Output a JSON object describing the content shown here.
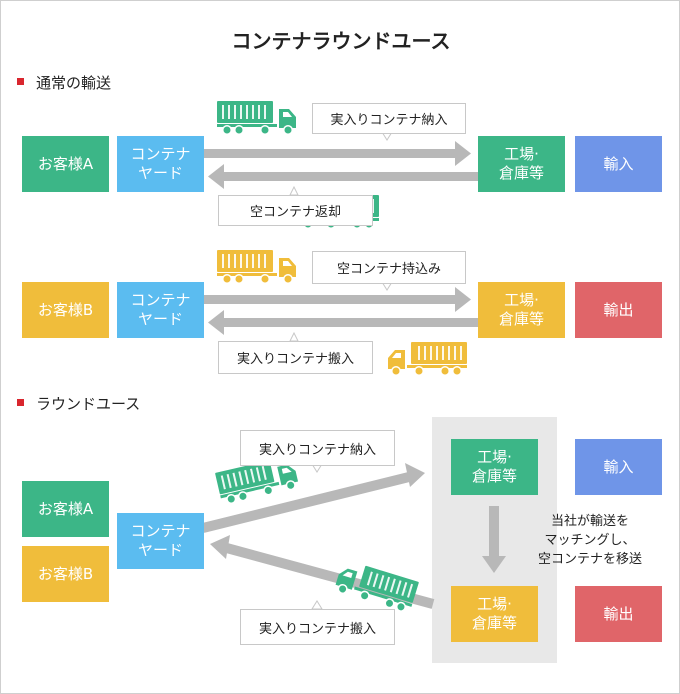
{
  "title": "コンテナラウンドユース",
  "colors": {
    "green": "#3cb687",
    "blue": "#5bbcf0",
    "yellow": "#f0bd3b",
    "import_blue": "#6f95e8",
    "export_red": "#e06569",
    "arrow_gray": "#b8b8b8",
    "panel_gray": "#e8e8e8",
    "section_marker": "#d9262e"
  },
  "sections": {
    "import": {
      "heading": "通常の輸送",
      "customer": "お客様A",
      "yard": "コンテナ\nヤード",
      "factory": "工場·\n倉庫等",
      "result": "輸入",
      "top_callout": "実入りコンテナ納入",
      "bottom_callout": "空コンテナ返却",
      "top_truck_icon": "container-truck-icon",
      "bottom_truck_icon": "container-truck-icon"
    },
    "export": {
      "customer": "お客様B",
      "yard": "コンテナ\nヤード",
      "factory": "工場·\n倉庫等",
      "result": "輸出",
      "top_callout": "空コンテナ持込み",
      "bottom_callout": "実入りコンテナ搬入",
      "top_truck_icon": "container-truck-icon",
      "bottom_truck_icon": "container-truck-icon"
    },
    "round_use": {
      "heading": "ラウンドユース",
      "customer_a": "お客様A",
      "customer_b": "お客様B",
      "yard": "コンテナ\nヤード",
      "factory_top": "工場·\n倉庫等",
      "factory_bottom": "工場·\n倉庫等",
      "import": "輸入",
      "export": "輸出",
      "top_callout": "実入りコンテナ納入",
      "bottom_callout": "実入りコンテナ搬入",
      "note": "当社が輸送を\nマッチングし、\n空コンテナを移送"
    }
  }
}
